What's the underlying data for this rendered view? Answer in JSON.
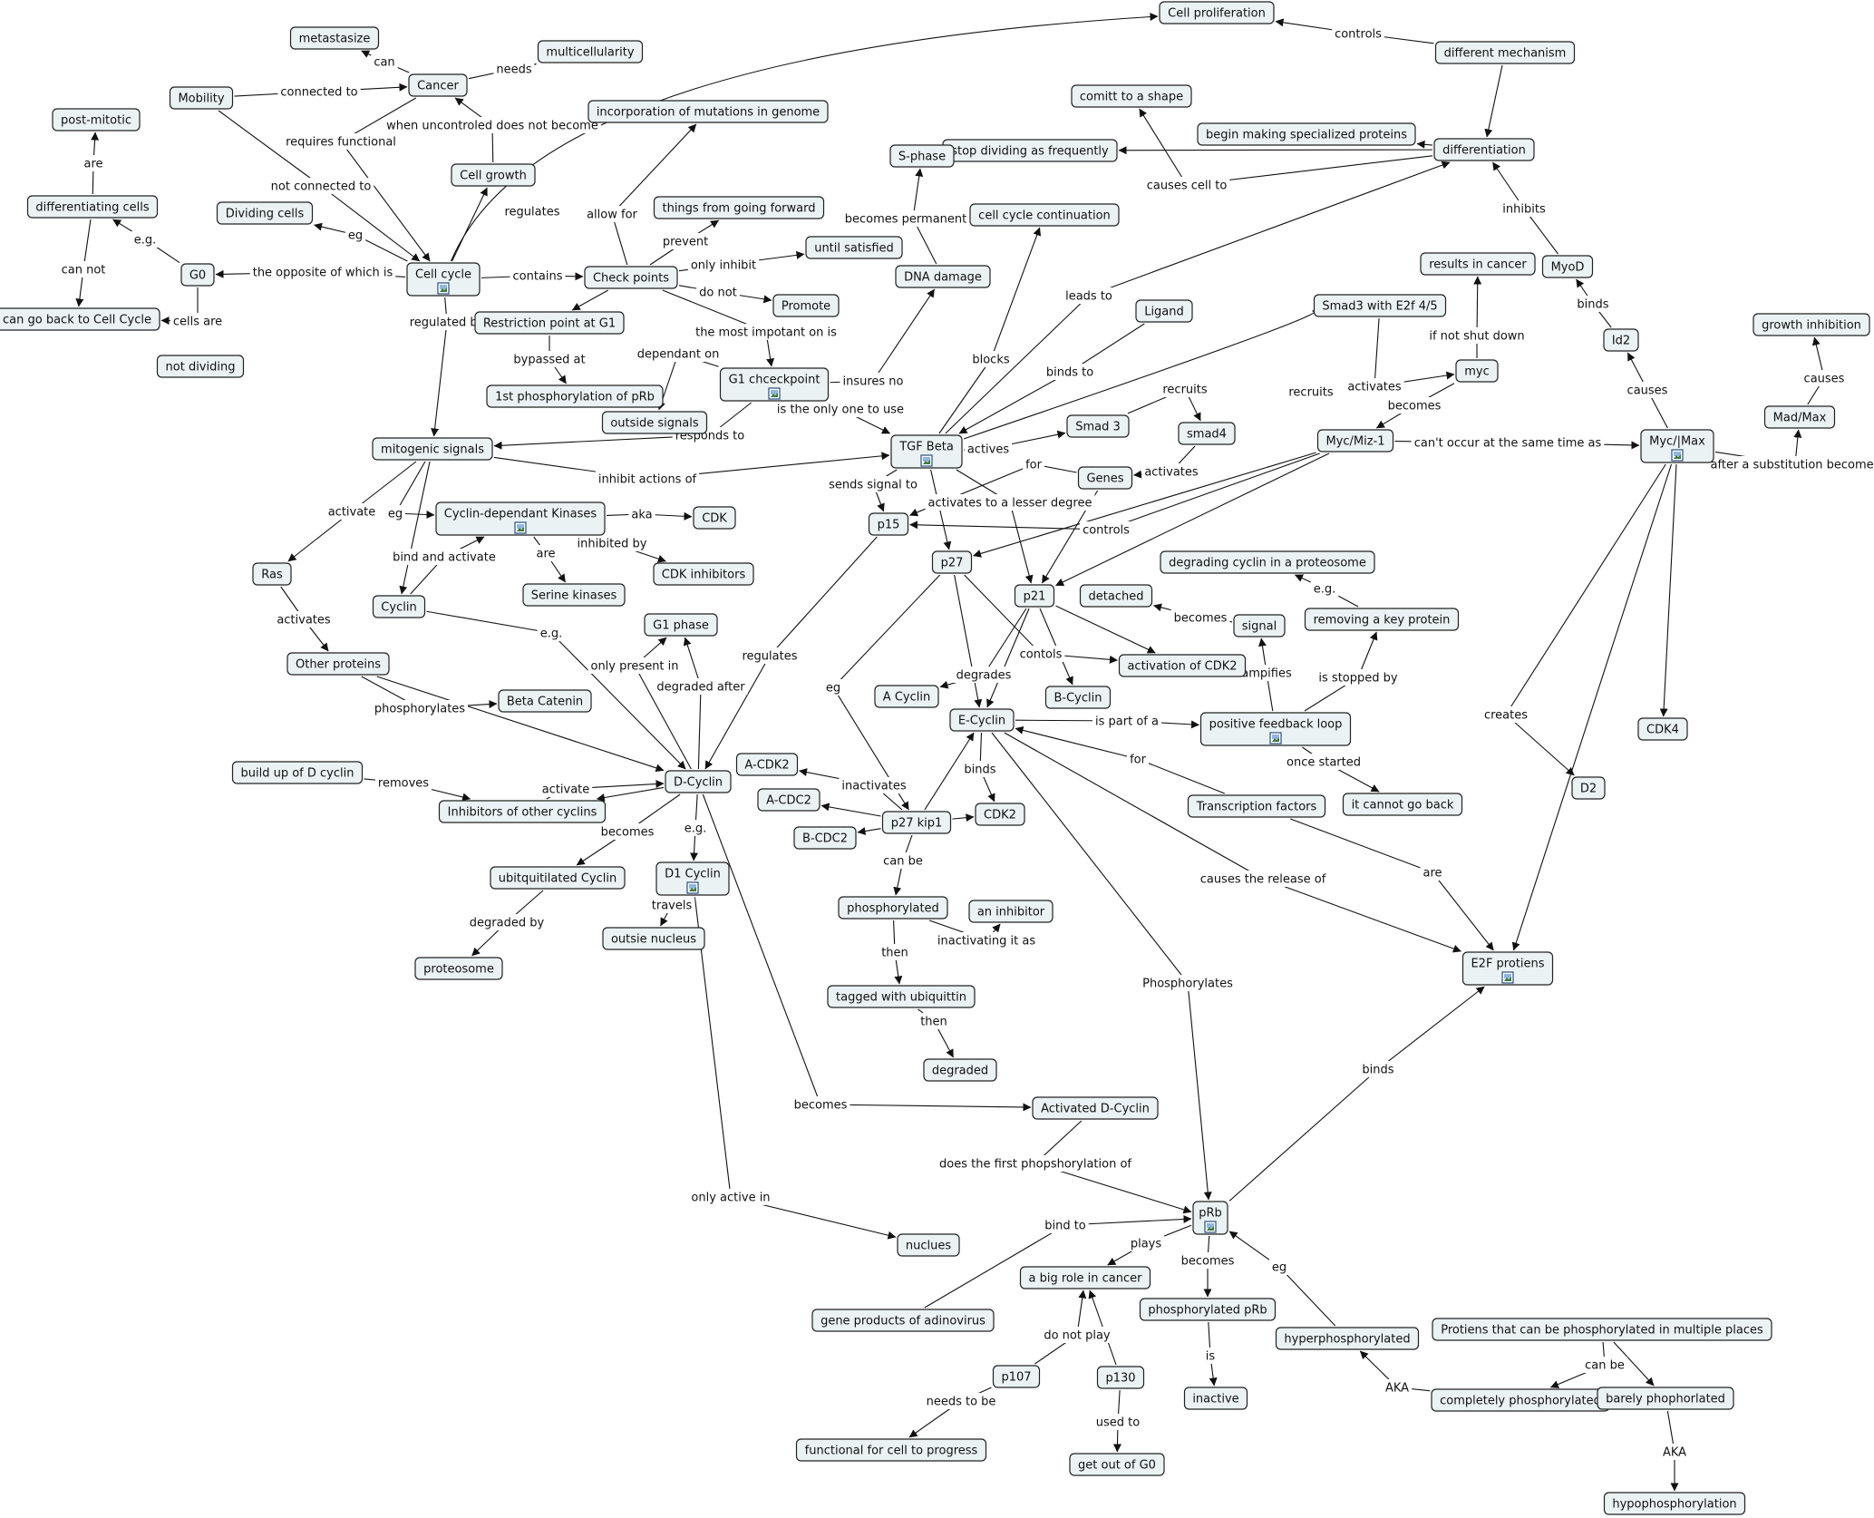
{
  "nodes": {
    "cell_proliferation": "Cell proliferation",
    "different_mechanism": "different mechanism",
    "metastasize": "metastasize",
    "multicellularity": "multicellularity",
    "mobility": "Mobility",
    "cancer": "Cancer",
    "post_mitotic": "post-mitotic",
    "incorporation": "incorporation of mutations in genome",
    "comitt_shape": "comitt to a shape",
    "begin_making": "begin making specialized proteins",
    "stop_dividing": "stop dividing as frequently",
    "differentiation": "differentiation",
    "s_phase": "S-phase",
    "differentiating_cells": "differentiating cells",
    "cell_growth": "Cell growth",
    "things_forward": "things from going forward",
    "cell_cycle_continuation": "cell cycle continuation",
    "dividing_cells": "Dividing cells",
    "until_satisfied": "until satisfied",
    "results_cancer": "results in cancer",
    "myod": "MyoD",
    "g0": "G0",
    "cell_cycle": "Cell cycle",
    "check_points": "Check points",
    "dna_damage": "DNA damage",
    "promote": "Promote",
    "ligand": "Ligand",
    "smad3_e2f": "Smad3 with E2f 4/5",
    "growth_inhibition": "growth inhibition",
    "can_go_back": "can go back to Cell Cycle",
    "restriction_point": "Restriction point at G1",
    "id2": "Id2",
    "not_dividing": "not dividing",
    "myc": "myc",
    "g1_checkpoint": "G1 chceckpoint",
    "first_phos": "1st phosphorylation of pRb",
    "mad_max": "Mad/Max",
    "outside_signals": "outside signals",
    "smad4": "smad4",
    "smad3": "Smad 3",
    "myc_miz": "Myc/Miz-1",
    "myc_max": "Myc/|Max",
    "mitogenic_signals": "mitogenic signals",
    "tgf_beta": "TGF Beta",
    "genes": "Genes",
    "cdk_kinases": "Cyclin-dependant Kinases",
    "cdk": "CDK",
    "p15": "p15",
    "degrading_cyclin": "degrading cyclin in a proteosome",
    "ras": "Ras",
    "cdk_inhibitors": "CDK inhibitors",
    "p27": "p27",
    "serine_kinases": "Serine kinases",
    "detached": "detached",
    "p21": "p21",
    "cyclin": "Cyclin",
    "removing_key": "removing a key protein",
    "signal": "signal",
    "g1_phase": "G1 phase",
    "activation_cdk2": "activation of CDK2",
    "other_proteins": "Other proteins",
    "a_cyclin": "A Cyclin",
    "b_cyclin": "B-Cyclin",
    "beta_catenin": "Beta Catenin",
    "e_cyclin": "E-Cyclin",
    "positive_loop": "positive feedback loop",
    "cdk4": "CDK4",
    "a_cdk2": "A-CDK2",
    "build_up": "build up of D cyclin",
    "d_cyclin": "D-Cyclin",
    "d2": "D2",
    "a_cdc2": "A-CDC2",
    "inhibitors_other": "Inhibitors of other cyclins",
    "cdk2": "CDK2",
    "transcription_factors": "Transcription factors",
    "it_cannot": "it cannot go back",
    "p27_kip1": "p27 kip1",
    "b_cdc2": "B-CDC2",
    "ubiquitilated": "ubitquitilated Cyclin",
    "d1_cyclin": "D1 Cyclin",
    "phosphorylated": "phosphorylated",
    "an_inhibitor": "an inhibitor",
    "outsie_nucleus": "outsie nucleus",
    "e2f": "E2F protiens",
    "proteosome": "proteosome",
    "tagged": "tagged with ubiquittin",
    "degraded": "degraded",
    "activated_d": "Activated D-Cyclin",
    "prb": "pRb",
    "nuclues": "nuclues",
    "big_role": "a big role in cancer",
    "gene_products": "gene products of adinovirus",
    "phosphorylated_prb": "phosphorylated pRb",
    "hyperphos": "hyperphosphorylated",
    "protiens_multiple": "Protiens that can be phosphorylated in multiple places",
    "p107": "p107",
    "p130": "p130",
    "inactive": "inactive",
    "completely_phos": "completely phosphorylated",
    "barely_phos": "barely phophorlated",
    "functional_cell": "functional for cell to progress",
    "get_out_g0": "get out of G0",
    "hypophos": "hypophosphorylation"
  },
  "edge_labels": {
    "controls_top": "controls",
    "can": "can",
    "needs": "needs",
    "connected_to": "connected to",
    "are_post": "are",
    "when_uncontroled": "when uncontroled does not become",
    "requires_functional": "requires functional",
    "not_connected_to": "not connected to",
    "regulates_top": "regulates",
    "allow_for": "allow for",
    "prevent": "prevent",
    "becomes_permanent": "becomes permanent in",
    "causes_cell_to": "causes cell to",
    "inhibits": "inhibits",
    "eg_dividing": "eg",
    "e_g_g0": "e.g.",
    "opposite": "the opposite of which is",
    "contains": "contains",
    "only_inhibit": "only inhibit",
    "do_not": "do not",
    "can_not": "can not",
    "cells_are": "cells are",
    "regulated_by": "regulated by",
    "most_important": "the most impotant on is",
    "leads_to": "leads to",
    "binds_myod": "binds",
    "if_not_shut": "if not shut down",
    "bypassed_at": "bypassed at",
    "dependant_on": "dependant on",
    "insures_no": "insures no",
    "blocks": "blocks",
    "binds_to": "binds to",
    "recruits_smad4": "recruits",
    "recruits_curve": "recruits",
    "activates_smad": "activates",
    "becomes_myc": "becomes",
    "causes_myc": "causes",
    "causes_mad": "causes",
    "only_one": "is the only one to use",
    "responds_to": "responds to",
    "actives": "actives",
    "cant_occur": "can't occur at the same time as",
    "after_substitution": "after a substitution becomes",
    "inhibit_actions": "inhibit actions of",
    "for_genes": "for",
    "activates_smad4": "activates",
    "sends_signal": "sends signal to",
    "lesser_degree": "activates to a lesser degree",
    "activate_ras": "activate",
    "eg_mito": "eg",
    "aka": "aka",
    "controls_p15": "controls",
    "inhibited_by": "inhibited by",
    "are_serine": "are",
    "bind_activate": "bind and activate",
    "e_g_dcyclin": "e.g.",
    "activates_other": "activates",
    "becomes_detached": "becomes",
    "regulates_p15": "regulates",
    "only_present": "only present in",
    "degraded_after": "degraded after",
    "contols": "contols",
    "ampifies": "ampifies",
    "is_stopped": "is stopped by",
    "e_g_removing": "e.g.",
    "degrades": "degrades",
    "eg_p27": "eg",
    "phosphorylates": "phosphorylates",
    "is_part_of": "is part of a",
    "creates": "creates",
    "for_tf": "for",
    "binds_cdk2": "binds",
    "once_started": "once started",
    "removes": "removes",
    "activate_inh": "activate",
    "inactivates": "inactivates",
    "becomes_ubiq": "becomes",
    "e_g_d1": "e.g.",
    "can_be_p27": "can be",
    "are_e2f": "are",
    "causes_release": "causes the release of",
    "travels": "travels",
    "inactivating": "inactivating it as",
    "degraded_by": "degraded by",
    "then_tag": "then",
    "phosphorylates_prb": "Phosphorylates",
    "then_degraded": "then",
    "binds_e2f": "binds",
    "becomes_activated": "becomes",
    "first_phos_of": "does the first phopshorylation of",
    "only_active": "only active in",
    "bind_to_prb": "bind to",
    "plays": "plays",
    "becomes_prb": "becomes",
    "eg_prb": "eg",
    "do_not_play": "do not play",
    "can_be_prot": "can be",
    "is_inactive": "is",
    "aka_hyper": "AKA",
    "needs_to_be": "needs to be",
    "used_to": "used to",
    "aka_hypo": "AKA"
  }
}
